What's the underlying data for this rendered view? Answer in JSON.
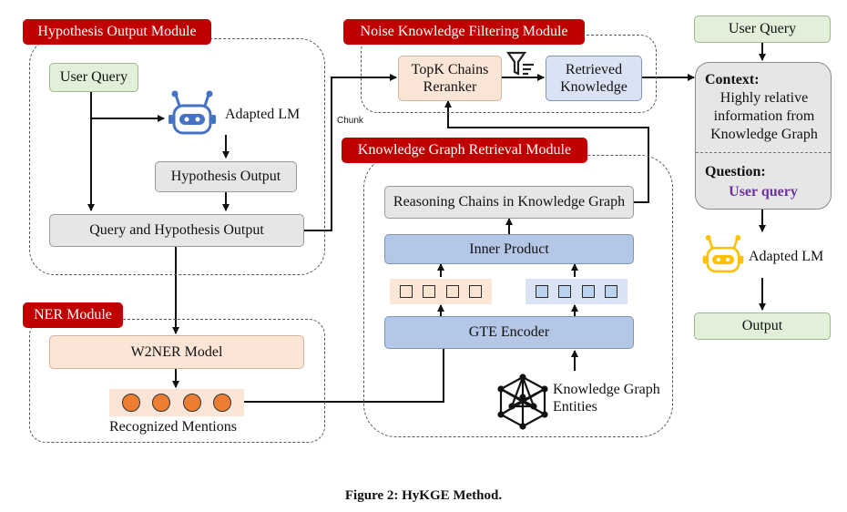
{
  "modules": {
    "hypothesis": "Hypothesis Output Module",
    "noise": "Noise Knowledge Filtering Module",
    "kg_retrieval": "Knowledge Graph Retrieval Module",
    "ner": "NER Module"
  },
  "nodes": {
    "user_query_left": "User Query",
    "adapted_lm_top": "Adapted LM",
    "hypothesis_output": "Hypothesis Output",
    "query_hypothesis_output": "Query and Hypothesis Output",
    "topk_reranker": "TopK Chains Reranker",
    "retrieved_knowledge": "Retrieved Knowledge",
    "chunk": "Chunk",
    "reasoning_chains": "Reasoning Chains in Knowledge Graph",
    "inner_product": "Inner Product",
    "gte_encoder": "GTE Encoder",
    "kg_entities": "Knowledge Graph Entities",
    "w2ner_model": "W2NER Model",
    "recognized_mentions": "Recognized Mentions",
    "user_query_right": "User Query",
    "context_label": "Context:",
    "context_text": "Highly relative information from Knowledge Graph",
    "question_label": "Question:",
    "question_text": "User query",
    "adapted_lm_right": "Adapted LM",
    "output": "Output"
  },
  "caption": "Figure 2: HyKGE Method.",
  "colors": {
    "module_tag": "#c00000",
    "question_text": "#7030a0",
    "robot_top": "#4472c4",
    "robot_right": "#ffc000",
    "mention_dot": "#ed7d31"
  },
  "icons": [
    "robot-icon",
    "filter-icon",
    "knowledge-graph-icon"
  ]
}
